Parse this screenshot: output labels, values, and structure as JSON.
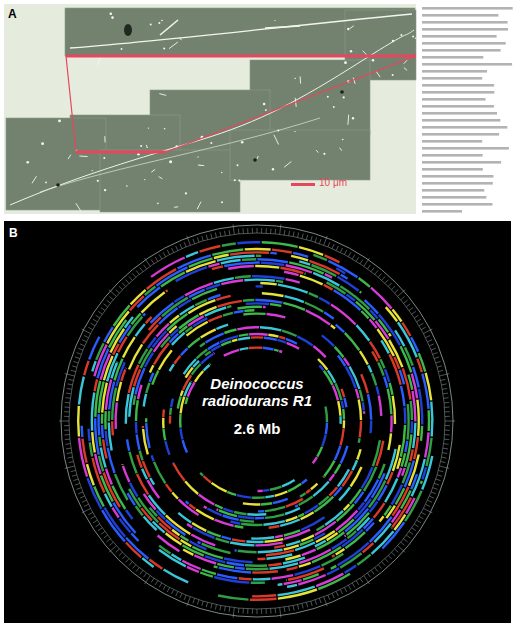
{
  "diagram": {
    "labels": [
      "A",
      "10 μm",
      "B",
      "Deinococcus radiodurans R1",
      "2.6 Mb"
    ]
  }
}
